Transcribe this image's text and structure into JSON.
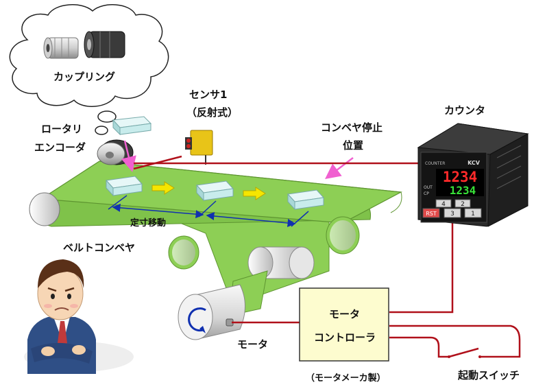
{
  "labels": {
    "coupling": "カップリング",
    "sensor_1": "センサ1",
    "sensor_2": "（反射式）",
    "conveyor_stop_1": "コンベヤ停止",
    "conveyor_stop_2": "位置",
    "counter": "カウンタ",
    "encoder_1": "ロータリ",
    "encoder_2": "エンコーダ",
    "fixed_move": "定寸移動",
    "belt_conveyor": "ベルトコンベヤ",
    "motor": "モータ",
    "motor_controller_1": "モータ",
    "motor_controller_2": "コントローラ",
    "maker": "（モータメーカ製）",
    "start_switch": "起動スイッチ"
  },
  "counter_display": {
    "brand": "KCV",
    "caption": "COUNTER",
    "main_value": "1234",
    "sub_value": "1234",
    "indicator_out": "OUT",
    "indicator_cp": "CP",
    "keys": [
      "RST",
      "4",
      "2",
      "3",
      "1"
    ]
  },
  "colors": {
    "belt": "#8dcf55",
    "belt_edge": "#6aa83a",
    "wire": "#b0101a",
    "dimension_line": "#1030b0",
    "arrow_fill": "#f5e600",
    "box": "#c8ecec",
    "controller": "#fdfccf",
    "sensor": "#e8c418",
    "pink_arrow": "#f060d0"
  }
}
